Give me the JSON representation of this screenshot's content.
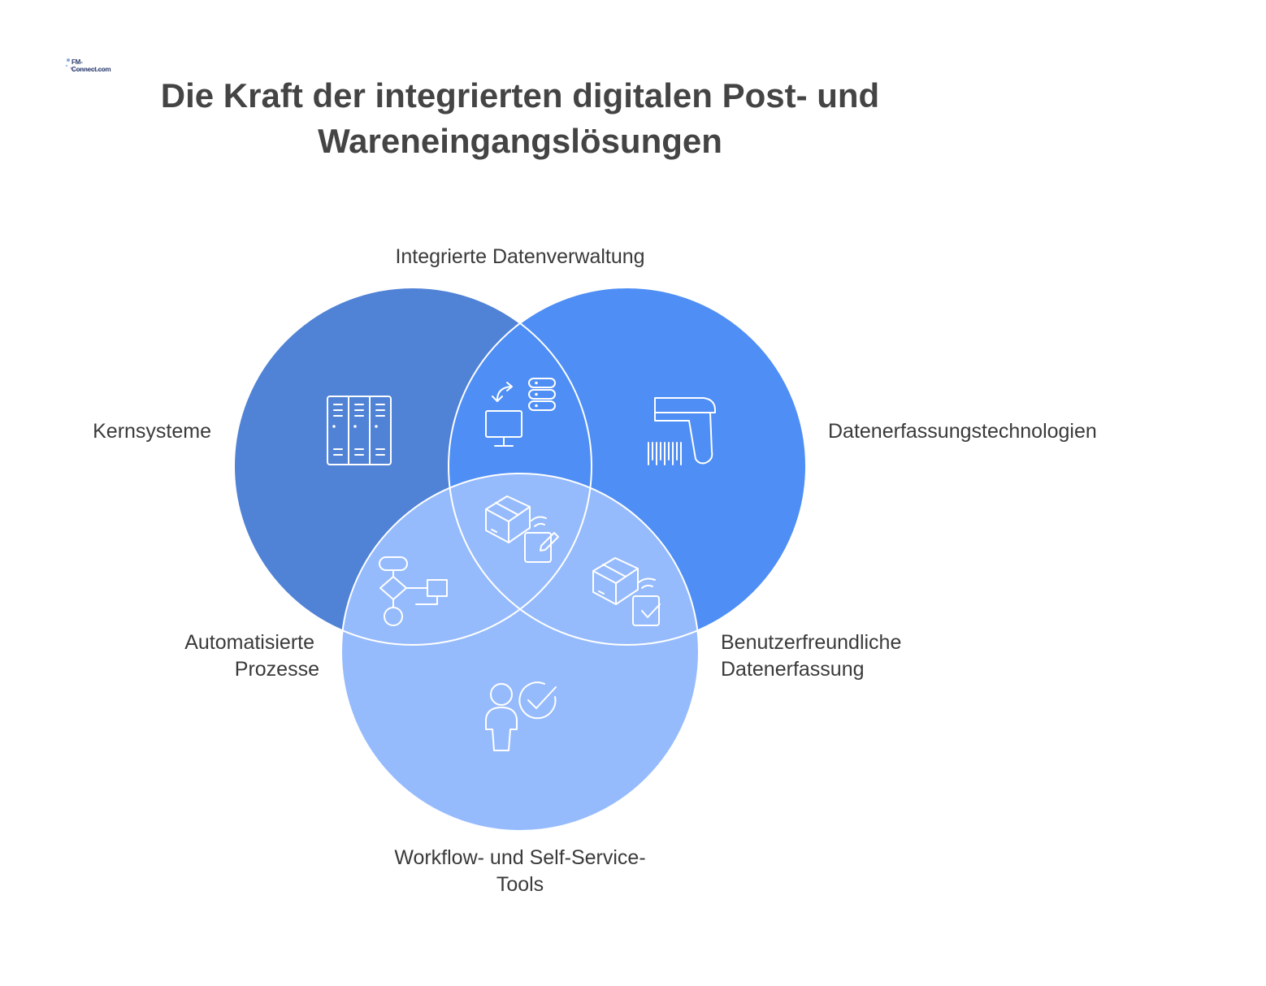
{
  "logo": {
    "text": "FM-Connect.com"
  },
  "title": {
    "line1": "Die Kraft der integrierten digitalen Post- und",
    "line2": "Wareneingangslösungen"
  },
  "circles": {
    "kernsysteme": {
      "label": "Kernsysteme",
      "color": "#5082D6",
      "icon": "server-cabinet-icon"
    },
    "datenerfassung": {
      "label": "Datenerfassungstechnologien",
      "color": "#4E8EF5",
      "icon": "barcode-scanner-icon"
    },
    "workflow": {
      "label_line1": "Workflow- und Self-Service-",
      "label_line2": "Tools",
      "color": "#96BBFD",
      "icon": "user-check-icon"
    }
  },
  "intersections": {
    "integrierte_datenverwaltung": {
      "label": "Integrierte Datenverwaltung",
      "icon": "monitor-database-sync-icon"
    },
    "automatisierte_prozesse": {
      "label_line1": "Automatisierte",
      "label_line2": "Prozesse",
      "icon": "flowchart-icon"
    },
    "benutzerfreundliche_datenerfassung": {
      "label_line1": "Benutzerfreundliche",
      "label_line2": "Datenerfassung",
      "icon": "package-checklist-icon"
    },
    "center": {
      "icon": "package-edit-icon"
    }
  }
}
